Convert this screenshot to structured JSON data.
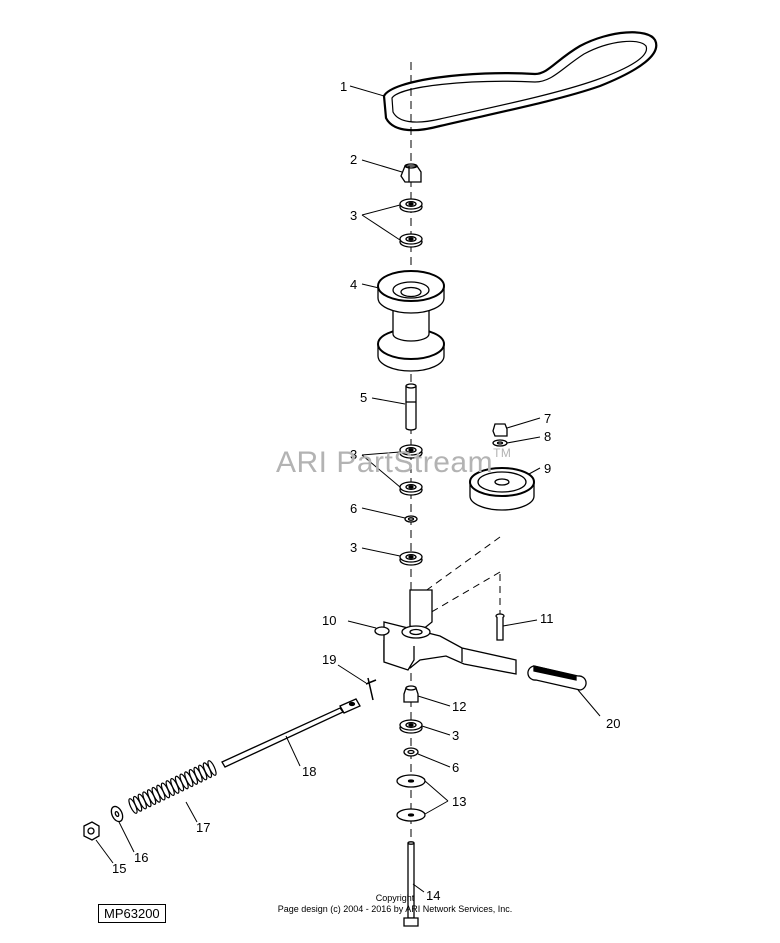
{
  "watermark": {
    "text": "ARI PartStream",
    "mark": "TM"
  },
  "copyright": {
    "line1": "Copyright",
    "line2": "Page design (c) 2004 - 2016 by ARI Network Services, Inc."
  },
  "diagram_id": "MP63200",
  "callouts": {
    "belt": "1",
    "nut_top": "2",
    "bearing_pair_top": "3",
    "pulley_double": "4",
    "spacer_shaft": "5",
    "bearing_pair_mid": "3",
    "washer_mid": "6",
    "bearing_single": "3",
    "nut_idler": "7",
    "washer_idler": "8",
    "idler_pulley": "9",
    "idler_arm": "10",
    "bolt_arm": "11",
    "nut_lower": "12",
    "bearing_lower": "3",
    "washer_lower": "6",
    "washer_pair": "13",
    "bolt_long": "14",
    "nut_rod": "15",
    "washer_rod": "16",
    "spring": "17",
    "tension_rod": "18",
    "cotter_pin": "19",
    "grip": "20"
  }
}
